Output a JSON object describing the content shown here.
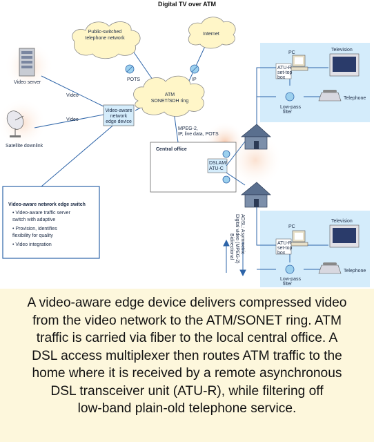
{
  "diagram": {
    "title": "Digital TV over ATM",
    "clouds": {
      "pstn_line1": "Public-switched",
      "pstn_line2": "telephone network",
      "internet": "Internet",
      "atm_line1": "ATM",
      "atm_line2": "SONET/SDH ring"
    },
    "nodes": {
      "video_server": "Video server",
      "satellite": "Satellite downlink",
      "edge_line1": "Video-aware",
      "edge_line2": "network",
      "edge_line3": "edge device",
      "central_office": "Central office",
      "dslam_line1": "DSLAM/",
      "dslam_line2": "ATU-C",
      "pc_top": "PC",
      "tv_top": "Television",
      "phone_top": "Telephone",
      "aturtop_line1": "ATU-R",
      "aturtop_line2": "set-top",
      "aturtop_line3": "box",
      "filtertop_line1": "Low-pass",
      "filtertop_line2": "filter",
      "pc_bottom": "PC",
      "tv_bottom": "Television",
      "phone_bottom": "Telephone",
      "aturbot_line1": "ATU-R",
      "aturbot_line2": "set-top",
      "aturbot_line3": "box",
      "filterbot_line1": "Low-pass",
      "filterbot_line2": "filter"
    },
    "links": {
      "video1": "Video",
      "video2": "Video",
      "pots_left": "POTS",
      "ip": "IP",
      "mpeg_line1": "MPEG-2,",
      "mpeg_line2": "IP, live data, POTS",
      "vert1": "Bidirectional",
      "vert2": "Digital video (MPEG-2)",
      "vert3": "ADSL: Asymmetric"
    },
    "infobox": {
      "heading": "Video-aware network edge switch",
      "line1": "• Video-aware traffic server",
      "line2": "switch with adaptive",
      "line3": "• Provision, identifies",
      "line4": "flexibility for quality",
      "line5": "• Video integration"
    }
  },
  "caption": {
    "line1": "A video-aware edge device delivers compressed video",
    "line2": "from the video network to the ATM/SONET ring. ATM",
    "line3": "traffic is carried via fiber to the local central office. A",
    "line4": "DSL access multiplexer then routes ATM traffic to the",
    "line5": "home where it is received by a remote asynchronous",
    "line6": "DSL transceiver unit (ATU-R), while filtering off",
    "line7": "low-band plain-old telephone service."
  },
  "colors": {
    "cloud": "#fff6c8",
    "cloud_stroke": "#8a8a8a",
    "house_panel": "#d4ecfb",
    "link": "#2d64a8",
    "glow": "#f6c8a8"
  }
}
